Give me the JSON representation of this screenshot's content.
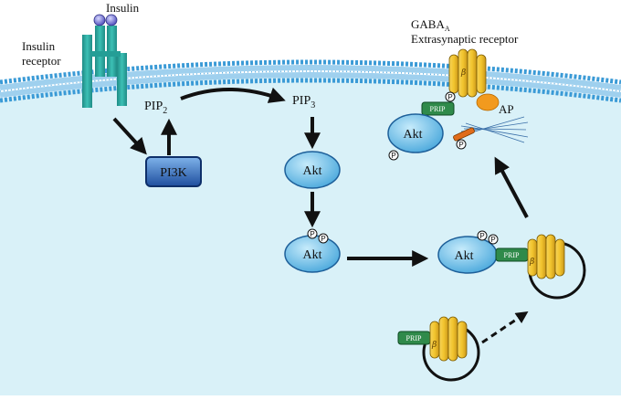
{
  "labels": {
    "insulin": "Insulin",
    "insulin_receptor_line1": "Insulin",
    "insulin_receptor_line2": "receptor",
    "pip2_base": "PIP",
    "pip2_sub": "2",
    "pip3_base": "PIP",
    "pip3_sub": "3",
    "pi3k": "PI3K",
    "akt": "Akt",
    "p": "P",
    "prip": "PRIP",
    "beta": "β",
    "ap": "AP",
    "gaba_base": "GABA",
    "gaba_sub": "A",
    "gaba_line2": "Extrasynaptic receptor"
  },
  "colors": {
    "membrane": "#3a9ad6",
    "cytoplasm": "#d9f1f8",
    "receptor": "#2aa39b",
    "pi3k": "#2a62b5",
    "akt": "#5ab2e2",
    "prip": "#2f8a4a",
    "gaba": "#f2c52e",
    "ap": "#f29a1e",
    "arrow": "#111111"
  }
}
